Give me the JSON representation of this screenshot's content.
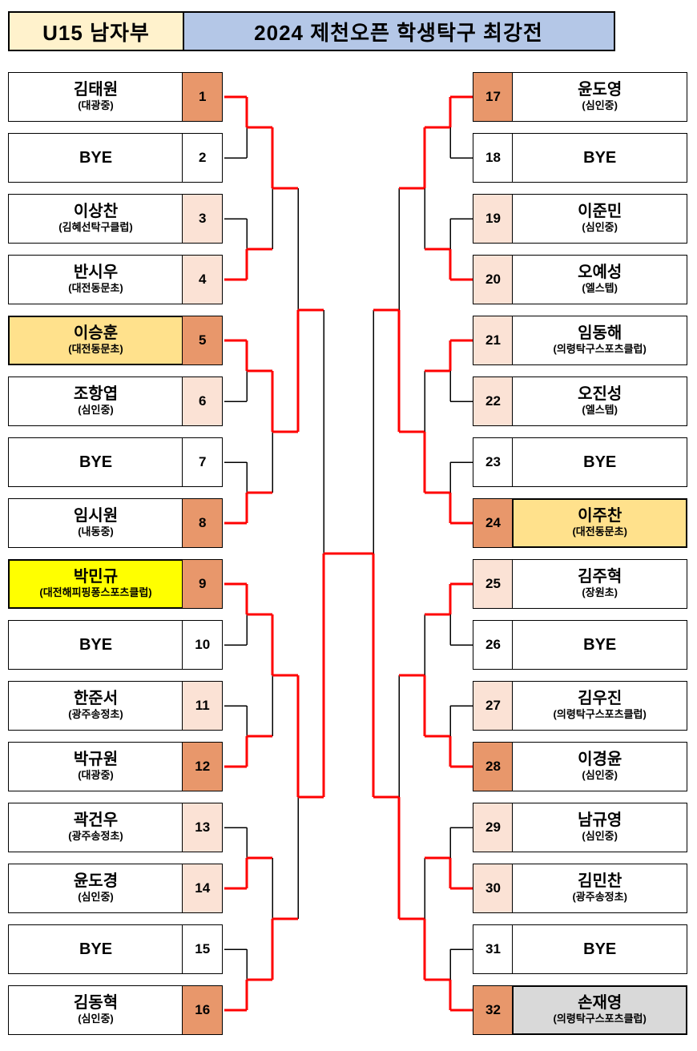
{
  "header": {
    "division": "U15 남자부",
    "title": "2024 제천오픈 학생탁구 최강전"
  },
  "colors": {
    "header_division_bg": "#FFF2CC",
    "header_title_bg": "#B4C7E7",
    "num_orange": "#E8976B",
    "num_pink": "#FBE2D5",
    "num_white": "#FFFFFF",
    "champion_bg": "#FFFF00",
    "semifinalist_bg": "#FFE18C",
    "runner_up_bg": "#D9D9D9",
    "line_black": "#000000",
    "line_red": "#FF0000"
  },
  "entries": [
    {
      "seed": 1,
      "name": "김태원",
      "club": "(대광중)",
      "num_color": "orange",
      "highlight": null
    },
    {
      "seed": 2,
      "name": "BYE",
      "club": "",
      "num_color": "white",
      "highlight": null
    },
    {
      "seed": 3,
      "name": "이상찬",
      "club": "(김혜선탁구클럽)",
      "num_color": "pink",
      "highlight": null
    },
    {
      "seed": 4,
      "name": "반시우",
      "club": "(대전동문초)",
      "num_color": "pink",
      "highlight": null
    },
    {
      "seed": 5,
      "name": "이승훈",
      "club": "(대전동문초)",
      "num_color": "orange",
      "highlight": "semifinalist"
    },
    {
      "seed": 6,
      "name": "조항엽",
      "club": "(심인중)",
      "num_color": "pink",
      "highlight": null
    },
    {
      "seed": 7,
      "name": "BYE",
      "club": "",
      "num_color": "white",
      "highlight": null
    },
    {
      "seed": 8,
      "name": "임시원",
      "club": "(내동중)",
      "num_color": "orange",
      "highlight": null
    },
    {
      "seed": 9,
      "name": "박민규",
      "club": "(대전해피핑퐁스포츠클럽)",
      "num_color": "orange",
      "highlight": "champion"
    },
    {
      "seed": 10,
      "name": "BYE",
      "club": "",
      "num_color": "white",
      "highlight": null
    },
    {
      "seed": 11,
      "name": "한준서",
      "club": "(광주송정초)",
      "num_color": "pink",
      "highlight": null
    },
    {
      "seed": 12,
      "name": "박규원",
      "club": "(대광중)",
      "num_color": "orange",
      "highlight": null
    },
    {
      "seed": 13,
      "name": "곽건우",
      "club": "(광주송정초)",
      "num_color": "pink",
      "highlight": null
    },
    {
      "seed": 14,
      "name": "윤도경",
      "club": "(심인중)",
      "num_color": "pink",
      "highlight": null
    },
    {
      "seed": 15,
      "name": "BYE",
      "club": "",
      "num_color": "white",
      "highlight": null
    },
    {
      "seed": 16,
      "name": "김동혁",
      "club": "(심인중)",
      "num_color": "orange",
      "highlight": null
    },
    {
      "seed": 17,
      "name": "윤도영",
      "club": "(심인중)",
      "num_color": "orange",
      "highlight": null
    },
    {
      "seed": 18,
      "name": "BYE",
      "club": "",
      "num_color": "white",
      "highlight": null
    },
    {
      "seed": 19,
      "name": "이준민",
      "club": "(심인중)",
      "num_color": "pink",
      "highlight": null
    },
    {
      "seed": 20,
      "name": "오예성",
      "club": "(엘스텝)",
      "num_color": "pink",
      "highlight": null
    },
    {
      "seed": 21,
      "name": "임동해",
      "club": "(의령탁구스포츠클럽)",
      "num_color": "pink",
      "highlight": null
    },
    {
      "seed": 22,
      "name": "오진성",
      "club": "(엘스텝)",
      "num_color": "pink",
      "highlight": null
    },
    {
      "seed": 23,
      "name": "BYE",
      "club": "",
      "num_color": "white",
      "highlight": null
    },
    {
      "seed": 24,
      "name": "이주찬",
      "club": "(대전동문초)",
      "num_color": "orange",
      "highlight": "semifinalist"
    },
    {
      "seed": 25,
      "name": "김주혁",
      "club": "(장원초)",
      "num_color": "pink",
      "highlight": null
    },
    {
      "seed": 26,
      "name": "BYE",
      "club": "",
      "num_color": "white",
      "highlight": null
    },
    {
      "seed": 27,
      "name": "김우진",
      "club": "(의령탁구스포츠클럽)",
      "num_color": "pink",
      "highlight": null
    },
    {
      "seed": 28,
      "name": "이경윤",
      "club": "(심인중)",
      "num_color": "orange",
      "highlight": null
    },
    {
      "seed": 29,
      "name": "남규영",
      "club": "(심인중)",
      "num_color": "pink",
      "highlight": null
    },
    {
      "seed": 30,
      "name": "김민찬",
      "club": "(광주송정초)",
      "num_color": "pink",
      "highlight": null
    },
    {
      "seed": 31,
      "name": "BYE",
      "club": "",
      "num_color": "white",
      "highlight": null
    },
    {
      "seed": 32,
      "name": "손재영",
      "club": "(의령탁구스포츠클럽)",
      "num_color": "orange",
      "highlight": "runner_up"
    }
  ],
  "results": {
    "round1_winners": [
      1,
      4,
      5,
      8,
      9,
      12,
      14,
      16,
      17,
      20,
      21,
      24,
      25,
      28,
      30,
      32
    ],
    "round2_winners": [
      1,
      5,
      9,
      16,
      17,
      24,
      28,
      32
    ],
    "quarterfinal_winners": [
      5,
      9,
      24,
      32
    ],
    "semifinal_winners": [
      9,
      32
    ],
    "champion": "박민규",
    "runner_up": "손재영",
    "semifinalists": [
      "이승훈",
      "이주찬"
    ]
  }
}
